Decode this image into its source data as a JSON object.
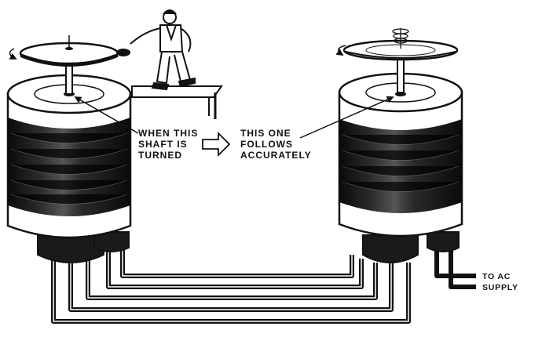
{
  "labels": {
    "left_line1": "WHEN THIS",
    "left_line2": "SHAFT IS",
    "left_line3": "TURNED",
    "right_line1": "THIS ONE",
    "right_line2": "FOLLOWS",
    "right_line3": "ACCURATELY",
    "supply_line1": "TO AC",
    "supply_line2": "SUPPLY"
  },
  "colors": {
    "ink": "#111111",
    "paper": "#ffffff",
    "winding": "#1a1a1a"
  },
  "icons": [
    "rotation-arrow-icon",
    "right-arrow-icon"
  ]
}
